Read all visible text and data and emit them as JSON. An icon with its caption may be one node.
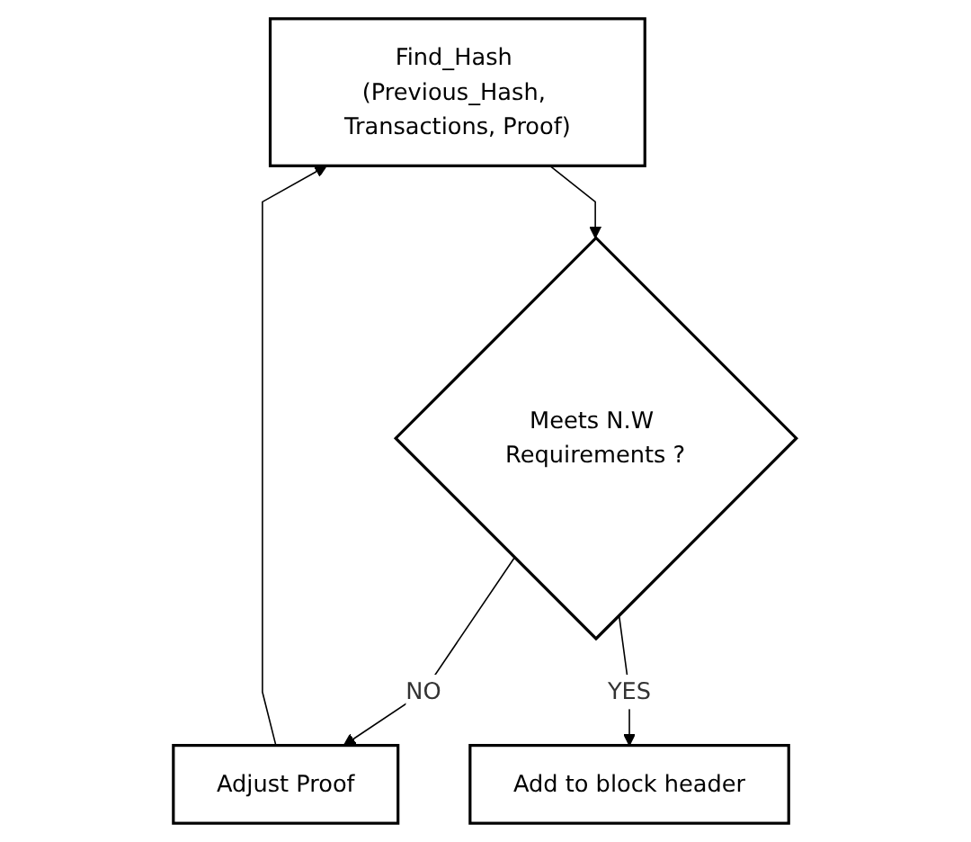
{
  "diagram": {
    "nodes": [
      {
        "text": [
          "Find_Hash (Previous_Hash, Transactions, Proof)"
        ]
      },
      {
        "text": [
          "Meets N.W Requirements ?"
        ]
      },
      {
        "text": [
          "Adjust Proof"
        ]
      },
      {
        "text": [
          "Add to block header"
        ]
      }
    ],
    "edges": [
      {
        "from": 0,
        "to": 1,
        "arrow": "to"
      },
      {
        "from": 1,
        "to": 2,
        "arrow": "to",
        "label": "NO"
      },
      {
        "from": 2,
        "to": 0,
        "arrow": "to"
      },
      {
        "from": 1,
        "to": 3,
        "arrow": "to",
        "label": "YES"
      }
    ]
  }
}
